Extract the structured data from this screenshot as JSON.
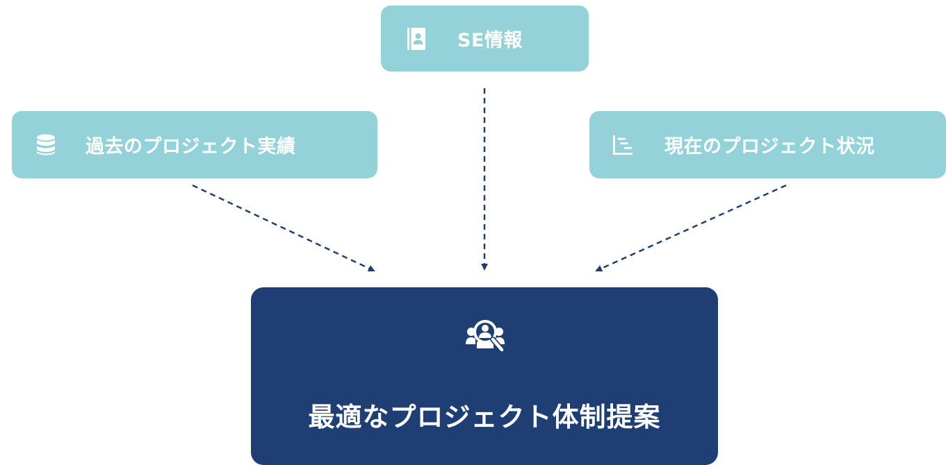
{
  "colors": {
    "source_box": "#92d2d8",
    "result_box": "#1f3f74",
    "arrow": "#1f3f74",
    "text": "#ffffff"
  },
  "sources": {
    "se_info": {
      "label": "SE情報",
      "icon": "contact-book-icon"
    },
    "past_projects": {
      "label": "過去のプロジェクト実績",
      "icon": "database-icon"
    },
    "current_projects": {
      "label": "現在のプロジェクト状況",
      "icon": "gantt-chart-icon"
    }
  },
  "result": {
    "label": "最適なプロジェクト体制提案",
    "icon": "team-search-icon"
  }
}
